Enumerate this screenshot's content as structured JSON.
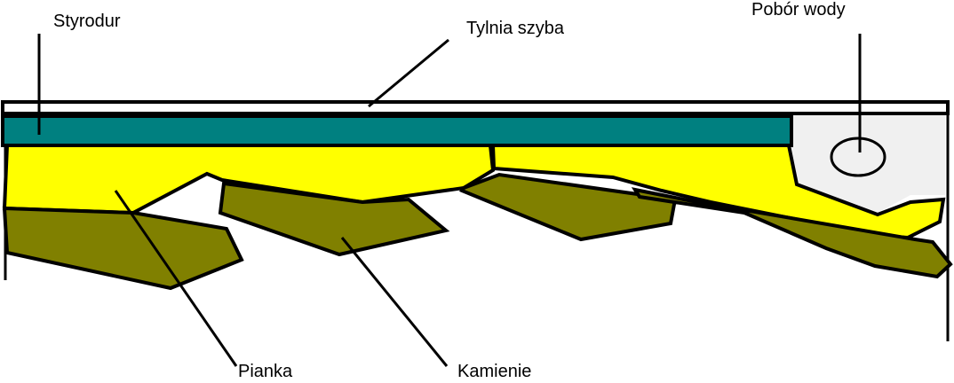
{
  "labels": {
    "styrodur": "Styrodur",
    "tylnia_szyba": "Tylnia szyba",
    "pobor_wody": "Pobór wody",
    "pianka": "Pianka",
    "kamienie": "Kamienie"
  },
  "colors": {
    "styrodur": "#008080",
    "pianka": "#FFFF00",
    "kamienie": "#808000",
    "intake_area": "#F0F0F0",
    "glass": "#FFFFFF",
    "outline": "#000000"
  }
}
